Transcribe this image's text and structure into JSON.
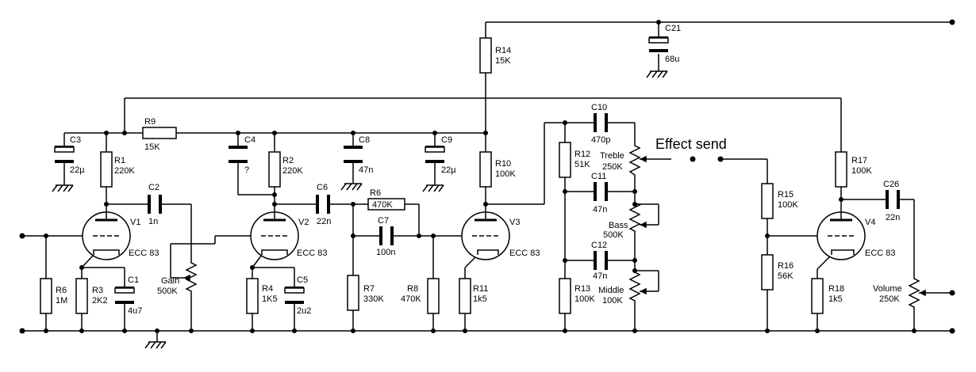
{
  "title": "Effect send",
  "components": {
    "R1": [
      "R1",
      "220K"
    ],
    "R2": [
      "R2",
      "220K"
    ],
    "R3": [
      "R3",
      "2K2"
    ],
    "R4": [
      "R4",
      "1K5"
    ],
    "R6": [
      "R6",
      "1M"
    ],
    "R6b": [
      "R6",
      "470K"
    ],
    "R7": [
      "R7",
      "330K"
    ],
    "R8": [
      "R8",
      "470K"
    ],
    "R9": [
      "R9",
      "15K"
    ],
    "R10": [
      "R10",
      "100K"
    ],
    "R11": [
      "R11",
      "1k5"
    ],
    "R12": [
      "R12",
      "51K"
    ],
    "R13": [
      "R13",
      "100K"
    ],
    "R14": [
      "R14",
      "15K"
    ],
    "R15": [
      "R15",
      "100K"
    ],
    "R16": [
      "R16",
      "56K"
    ],
    "R17": [
      "R17",
      "100K"
    ],
    "R18": [
      "R18",
      "1k5"
    ],
    "C1": [
      "C1",
      "4u7"
    ],
    "C2": [
      "C2",
      "1n"
    ],
    "C3": [
      "C3",
      "22µ"
    ],
    "C4": [
      "C4",
      "?"
    ],
    "C5": [
      "C5",
      "2u2"
    ],
    "C6": [
      "C6",
      "22n"
    ],
    "C7": [
      "C7",
      "100n"
    ],
    "C8": [
      "C8",
      "47n"
    ],
    "C9": [
      "C9",
      "22µ"
    ],
    "C10": [
      "C10",
      "470p"
    ],
    "C11": [
      "C11",
      "47n"
    ],
    "C12": [
      "C12",
      "47n"
    ],
    "C21": [
      "C21",
      "68u"
    ],
    "C26": [
      "C26",
      "22n"
    ],
    "V1": [
      "V1",
      "ECC 83"
    ],
    "V2": [
      "V2",
      "ECC 83"
    ],
    "V3": [
      "V3",
      "ECC 83"
    ],
    "V4": [
      "V4",
      "ECC 83"
    ],
    "Gain": [
      "Gain",
      "500K"
    ],
    "Treble": [
      "Treble",
      "250K"
    ],
    "Bass": [
      "Bass",
      "500K"
    ],
    "Middle": [
      "Middle",
      "100K"
    ],
    "Volume": [
      "Volume",
      "250K"
    ]
  }
}
